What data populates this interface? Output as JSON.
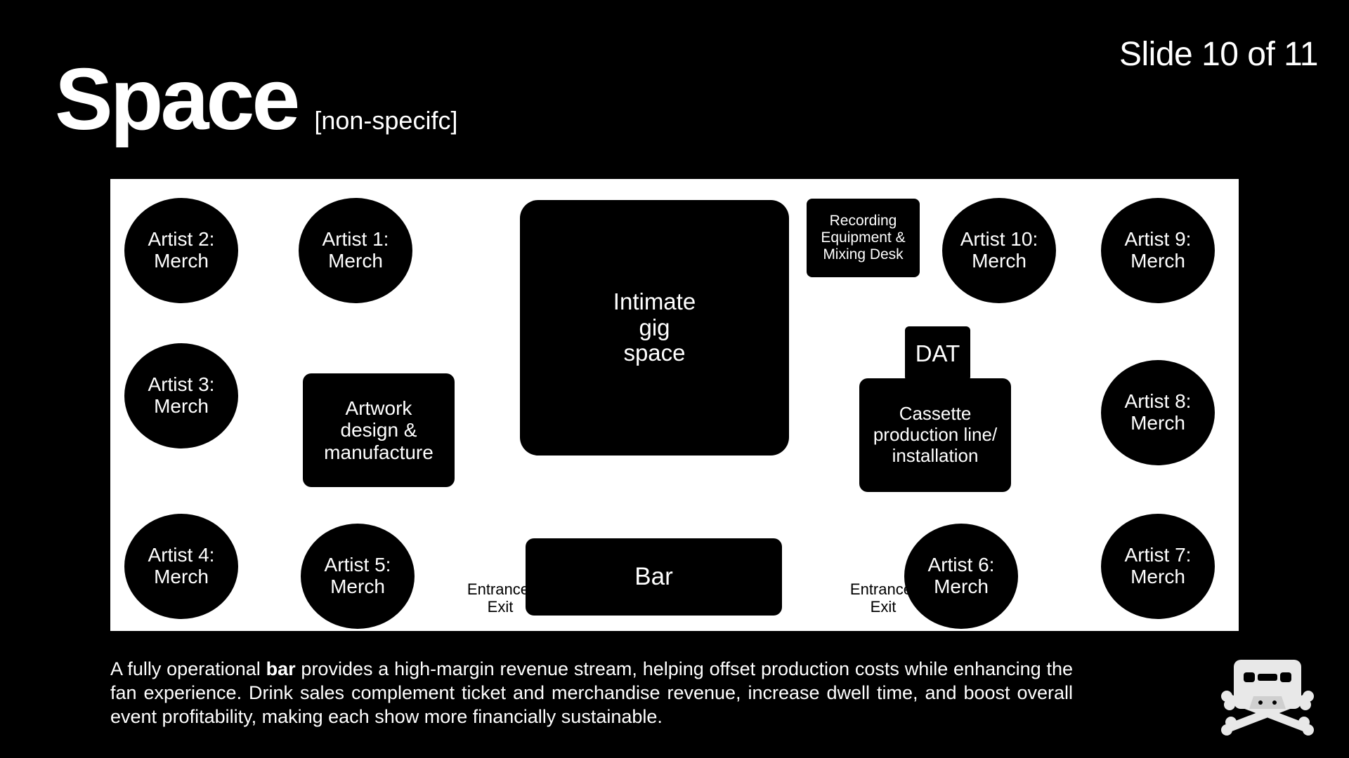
{
  "slide": {
    "counter": "Slide 10 of 11",
    "title": "Space",
    "subtitle": "[non-specifc]"
  },
  "floorplan": {
    "artist_1": "Artist 1:\nMerch",
    "artist_2": "Artist 2:\nMerch",
    "artist_3": "Artist 3:\nMerch",
    "artist_4": "Artist 4:\nMerch",
    "artist_5": "Artist 5:\nMerch",
    "artist_6": "Artist 6:\nMerch",
    "artist_7": "Artist 7:\nMerch",
    "artist_8": "Artist 8:\nMerch",
    "artist_9": "Artist 9:\nMerch",
    "artist_10": "Artist 10:\nMerch",
    "gig_space": "Intimate\ngig\nspace",
    "recording": "Recording\nEquipment &\nMixing Desk",
    "dat": "DAT",
    "cassette": "Cassette\nproduction line/\ninstallation",
    "artwork": "Artwork\ndesign &\nmanufacture",
    "bar": "Bar",
    "entrance_left": "Entrance/\nExit",
    "entrance_right": "Entrance/\nExit"
  },
  "description": {
    "before": "A fully operational ",
    "bold": "bar",
    "after": " provides a high-margin revenue stream, helping offset production costs while enhancing the fan experience. Drink sales complement ticket and merchandise revenue, increase dwell time, and boost overall event profitability, making each show more financially sustainable."
  },
  "logo": {
    "icon": "cassette-crossbones-icon"
  }
}
